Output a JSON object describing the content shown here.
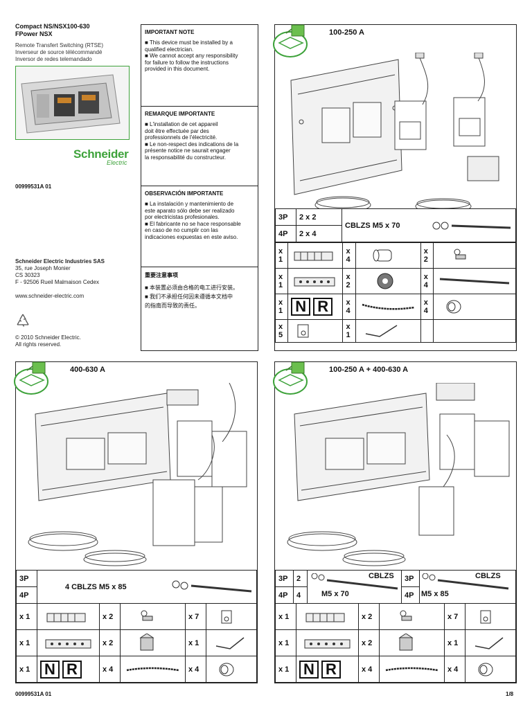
{
  "header": {
    "product_line1": "Compact NS/NSX100-630",
    "product_line2": "FPower NSX",
    "desc_en": "Remote Transfert Switching (RTSE)",
    "desc_fr": "Inverseur de source télécommandé",
    "desc_es": "Inversor de redes telemandado",
    "brand": "Schneider",
    "brand_sub": "Electric",
    "doc_code": "00999531A 01"
  },
  "notes": [
    {
      "title": "IMPORTANT NOTE",
      "body": "■ This device must be installed by a\nqualified electrician.\n■ We cannot accept any responsibility\nfor failure to follow the instructions\nprovided in this document."
    },
    {
      "title": "REMARQUE IMPORTANTE",
      "body": "■ L'installation de cet appareil\ndoit être effectuée par des\nprofessionnels de l'électricité.\n■ Le non-respect des indications de la\nprésente notice ne saurait engager\nla responsabilité du constructeur."
    },
    {
      "title": "OBSERVACIÓN IMPORTANTE",
      "body": "■ La instalación y mantenimiento de\neste aparato sólo debe ser realizado\npor electricistas profesionales.\n■ El fabricante no se hace responsable\nen caso de no cumplir con las\nindicaciones expuestas en este aviso."
    },
    {
      "title": "重要注意事项",
      "body": "■ 本装置必须由合格的电工进行安装。\n■ 我们不承担任何因未遵循本文档中\n    的指南而导致的责任。"
    }
  ],
  "address": {
    "company": "Schneider Electric Industries SAS",
    "line1": "35, rue Joseph Monier",
    "line2": "CS 30323",
    "line3": "F - 92506 Rueil Malmaison Cedex",
    "web": "www.schneider-electric.com",
    "copyright1": "© 2010 Schneider Electric.",
    "copyright2": "All rights reserved."
  },
  "panel1": {
    "title": "100-250 A",
    "rows_head": [
      [
        "3P",
        "2 x 2"
      ],
      [
        "4P",
        "2 x 4"
      ]
    ],
    "screw": "CBLZS   M5 x 70",
    "qty": [
      [
        "x 1",
        "x 4",
        "x 2"
      ],
      [
        "x 1",
        "x 2",
        "x 4"
      ],
      [
        "x 1",
        "x 4",
        "x 4"
      ],
      [
        "x 5",
        "x 1",
        ""
      ]
    ],
    "n": "N",
    "r": "R"
  },
  "panel2": {
    "title": "400-630 A",
    "p3": "3P",
    "p4": "4P",
    "screw": "4 CBLZS  M5 x 85",
    "qty": [
      [
        "x 1",
        "x 2",
        "x 7"
      ],
      [
        "x 1",
        "x 2",
        "x 1"
      ],
      [
        "x 1",
        "x 4",
        "x 4"
      ]
    ],
    "n": "N",
    "r": "R"
  },
  "panel3": {
    "title": "100-250 A + 400-630 A",
    "p3": "3P",
    "p4": "4P",
    "c3": "2",
    "c4": "4",
    "screw_a_name": "CBLZS",
    "screw_a_size": "M5 x 70",
    "screw_b_name": "CBLZS",
    "screw_b_size": "M5 x 85",
    "qty": [
      [
        "x 1",
        "x 2",
        "x 7"
      ],
      [
        "x 1",
        "x 2",
        "x 1"
      ],
      [
        "x 1",
        "x 4",
        "x 4"
      ]
    ],
    "n": "N",
    "r": "R"
  },
  "footer": {
    "doc_code": "00999531A 01",
    "page": "1/8"
  },
  "colors": {
    "brand_green": "#3da23a",
    "box_green": "#6bbf4e",
    "border": "#222222"
  }
}
